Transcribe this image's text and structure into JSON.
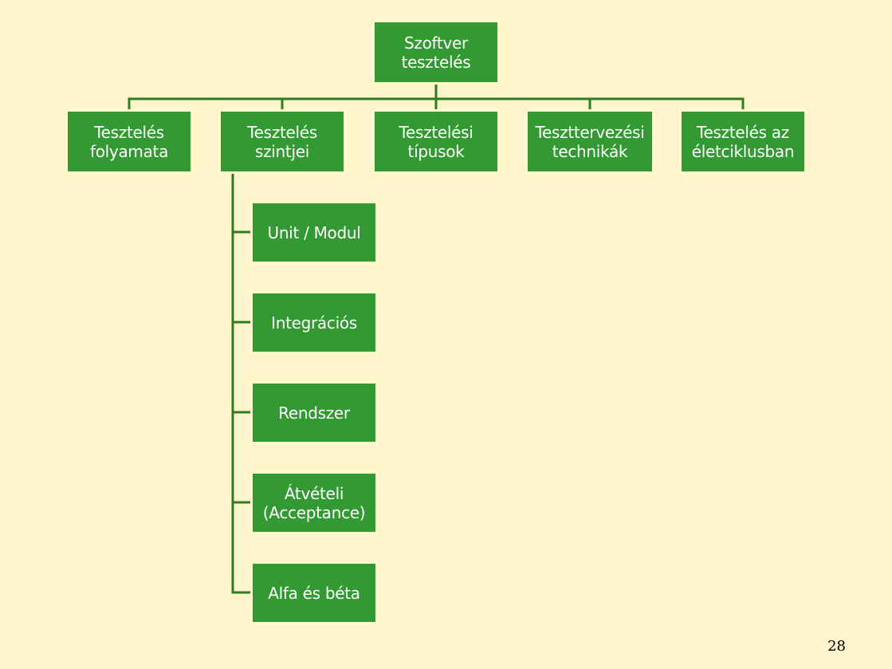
{
  "colors": {
    "background": "#FFF4CC",
    "box_fill": "#339933",
    "box_border": "#FFFFCC",
    "connector": "#2E7D1F",
    "text": "#FFFFFF"
  },
  "root": {
    "label": "Szoftver\ntesztelés"
  },
  "categories": [
    {
      "label": "Tesztelés\nfolyamata"
    },
    {
      "label": "Tesztelés\nszintjei"
    },
    {
      "label": "Tesztelési\ntípusok"
    },
    {
      "label": "Teszttervezési\ntechnikák"
    },
    {
      "label": "Tesztelés  az\néletciklusban"
    }
  ],
  "levels": [
    {
      "label": "Unit / Modul"
    },
    {
      "label": "Integrációs"
    },
    {
      "label": "Rendszer"
    },
    {
      "label": "Átvételi\n(Acceptance)"
    },
    {
      "label": "Alfa és béta"
    }
  ],
  "slide_number": "28"
}
